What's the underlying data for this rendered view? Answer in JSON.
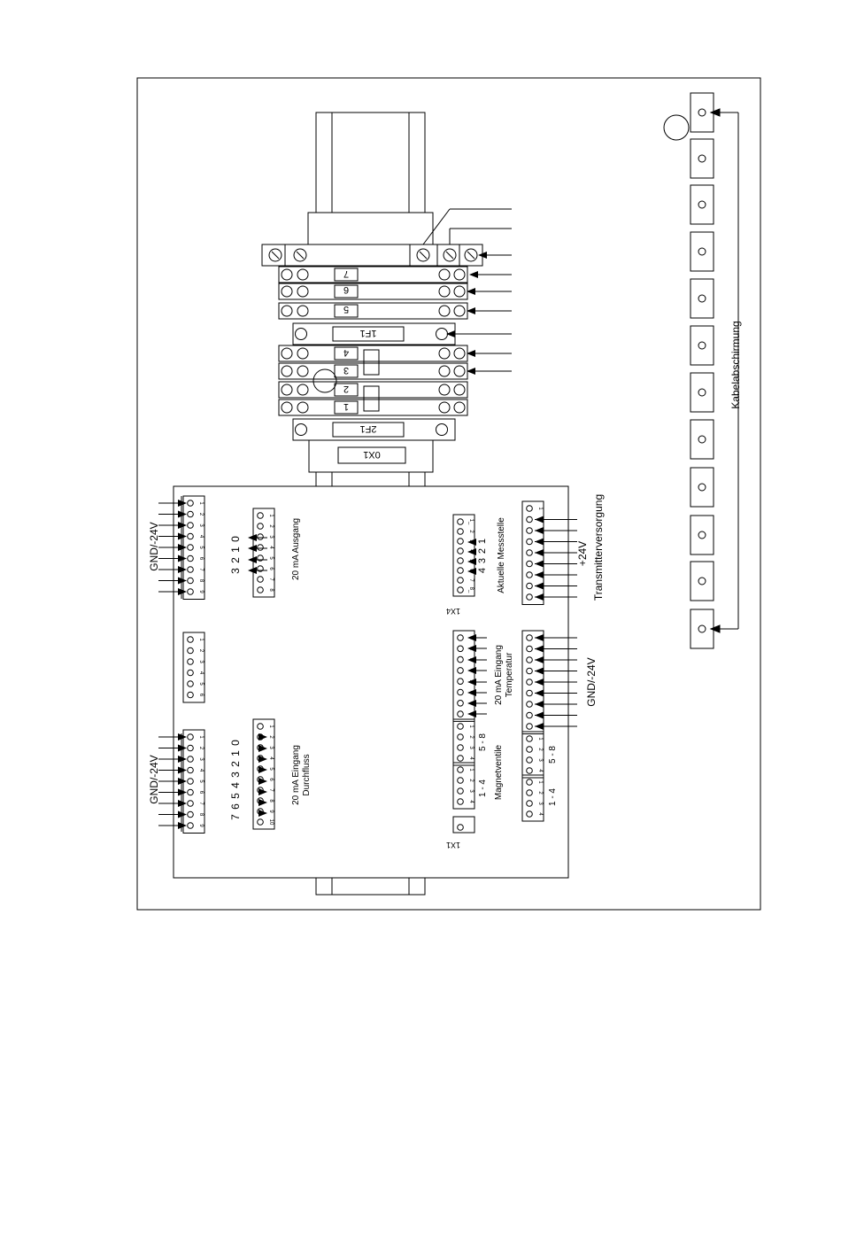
{
  "labels": {
    "cable_shield": "Kabelabschirmung",
    "terminal_7": "7",
    "terminal_6": "6",
    "terminal_5": "5",
    "terminal_4": "4",
    "terminal_3": "3",
    "terminal_2": "2",
    "terminal_1": "1",
    "fuse_1f1": "1F1",
    "fuse_2f1": "2F1",
    "connector_0x1": "0X1",
    "gnd_left_top": "GND/-24V",
    "gnd_left_bottom": "GND/-24V",
    "out_bits": "3 2 1 0",
    "out_title": "20 mA Ausgang",
    "in_bits": "7 6 5 4 3 2 1 0",
    "in_title": "20 mA Eingang",
    "in_sub": "Durchfluss",
    "measure_title": "Aktuelle Messstelle",
    "conn_1x4": "1X4",
    "conn_1x1": "1X1",
    "temp_title": "20 mA Eingang",
    "temp_sub": "Temperatur",
    "valves_title": "Magnetventile",
    "valves_group_a": "1 - 4",
    "valves_group_b": "5 - 8",
    "right_gnd": "GND/-24V",
    "plus24": "+24V",
    "transmitter": "Transmitterversorgung"
  },
  "pin_numbers": {
    "nine": [
      "1",
      "2",
      "3",
      "4",
      "5",
      "6",
      "7",
      "8",
      "9"
    ],
    "eight": [
      "1",
      "2",
      "3",
      "4",
      "5",
      "6",
      "7",
      "8"
    ],
    "ten": [
      "1",
      "2",
      "3",
      "4",
      "5",
      "6",
      "7",
      "8",
      "9",
      "10"
    ],
    "six": [
      "1",
      "2",
      "3",
      "4",
      "5",
      "6"
    ],
    "four": [
      "1",
      "2",
      "3",
      "4"
    ],
    "measure": [
      "1_",
      "2",
      "3",
      "4",
      "5",
      "6",
      "7",
      "8_"
    ],
    "measure_bits": [
      "1",
      "2",
      "3",
      "4"
    ]
  },
  "colors": {
    "line": "#000000",
    "background": "#ffffff"
  }
}
